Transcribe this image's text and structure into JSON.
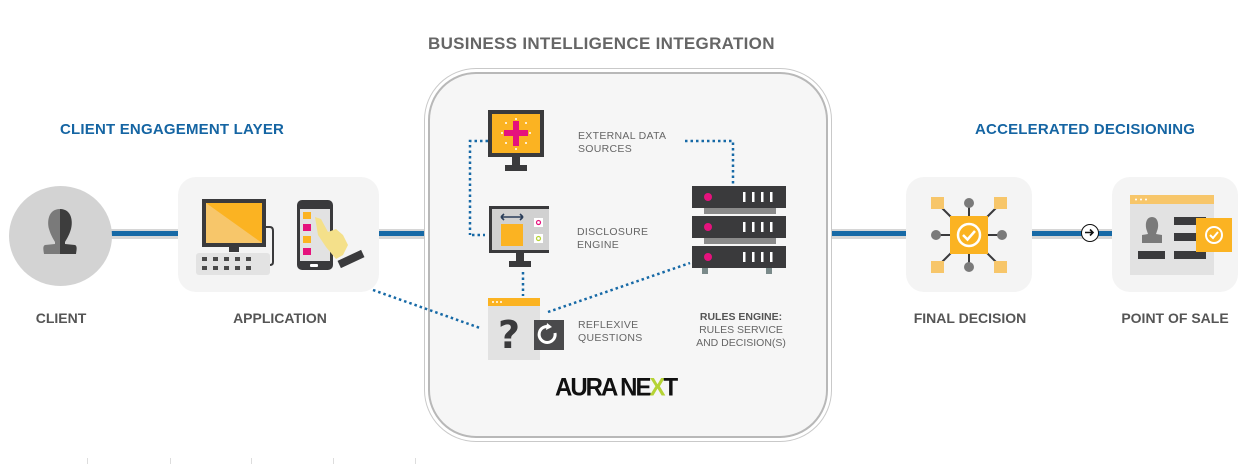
{
  "title": "BUSINESS INTELLIGENCE INTEGRATION",
  "sections": {
    "left": "CLIENT ENGAGEMENT LAYER",
    "right": "ACCELERATED DECISIONING"
  },
  "nodes": {
    "client": "CLIENT",
    "application": "APPLICATION",
    "final_decision": "FINAL DECISION",
    "point_of_sale": "POINT OF SALE"
  },
  "bi_components": {
    "external_data": [
      "EXTERNAL DATA",
      "SOURCES"
    ],
    "disclosure": [
      "DISCLOSURE",
      "ENGINE"
    ],
    "reflexive": [
      "REFLEXIVE",
      "QUESTIONS"
    ],
    "rules_engine": {
      "title": "RULES ENGINE:",
      "lines": [
        "RULES SERVICE",
        "AND DECISION(S)"
      ]
    }
  },
  "brand": {
    "part1": "AURA NE",
    "part2": "X",
    "part3": "T"
  },
  "colors": {
    "accent_blue": "#1669a6",
    "accent_orange": "#fbb322",
    "accent_magenta": "#e5127d",
    "brand_green": "#b5d334",
    "dark": "#3a3a3c"
  }
}
